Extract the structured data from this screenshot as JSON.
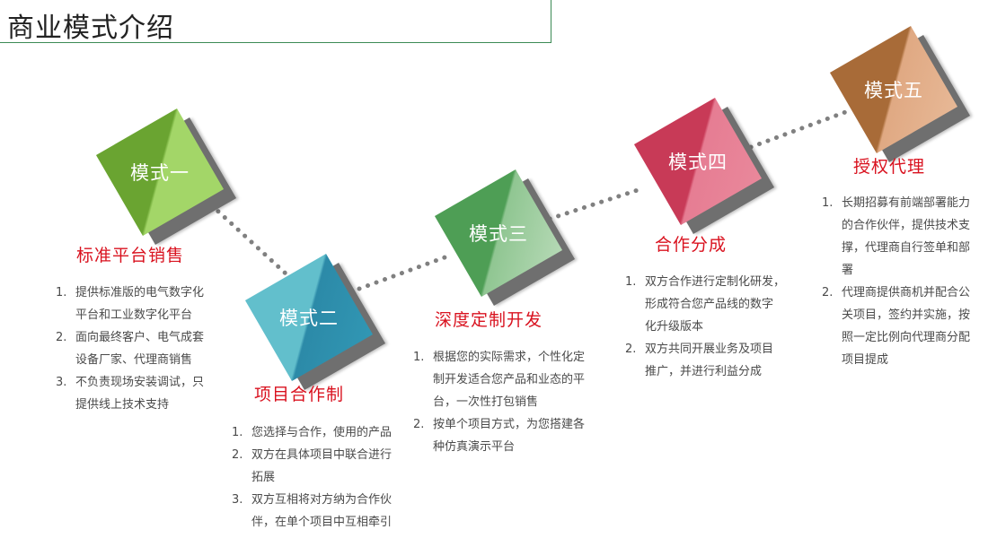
{
  "page_title": "商业模式介绍",
  "modes": [
    {
      "label": "模式一",
      "heading": "标准平台销售",
      "items": [
        {
          "num": "1.",
          "lines": [
            "提供标准版的电气数字化",
            "平台和工业数字化平台"
          ]
        },
        {
          "num": "2.",
          "lines": [
            "面向最终客户、电气成套",
            "设备厂家、代理商销售"
          ]
        },
        {
          "num": "3.",
          "lines": [
            "不负责现场安装调试，只",
            "提供线上技术支持"
          ]
        }
      ]
    },
    {
      "label": "模式二",
      "heading": "项目合作制",
      "items": [
        {
          "num": "1.",
          "lines": [
            "您选择与合作，使用的产品"
          ]
        },
        {
          "num": "2.",
          "lines": [
            "双方在具体项目中联合进行",
            "拓展"
          ]
        },
        {
          "num": "3.",
          "lines": [
            "双方互相将对方纳为合作伙",
            "伴，在单个项目中互相牵引"
          ]
        }
      ]
    },
    {
      "label": "模式三",
      "heading": "深度定制开发",
      "items": [
        {
          "num": "1.",
          "lines": [
            "根据您的实际需求，个性化定",
            "制开发适合您产品和业态的平",
            "台，一次性打包销售"
          ]
        },
        {
          "num": "2.",
          "lines": [
            "按单个项目方式，为您搭建各",
            "种仿真演示平台"
          ]
        }
      ]
    },
    {
      "label": "模式四",
      "heading": "合作分成",
      "items": [
        {
          "num": "1.",
          "lines": [
            "双方合作进行定制化研发，",
            "形成符合您产品线的数字",
            "化升级版本"
          ]
        },
        {
          "num": "2.",
          "lines": [
            "双方共同开展业务及项目",
            "推广，并进行利益分成"
          ]
        }
      ]
    },
    {
      "label": "模式五",
      "heading": "授权代理",
      "items": [
        {
          "num": "1.",
          "lines": [
            "长期招募有前端部署能力",
            "的合作伙伴，提供技术支",
            "撑，代理商自行签单和部",
            "署"
          ]
        },
        {
          "num": "2.",
          "lines": [
            "代理商提供商机并配合公",
            "关项目，签约并实施，按",
            "照一定比例向代理商分配",
            "项目提成"
          ]
        }
      ]
    }
  ],
  "colors": {
    "title_border": "#3c8a55",
    "heading": "#d9121f",
    "connector": "#808080",
    "shadow": "#6f6f6f"
  }
}
